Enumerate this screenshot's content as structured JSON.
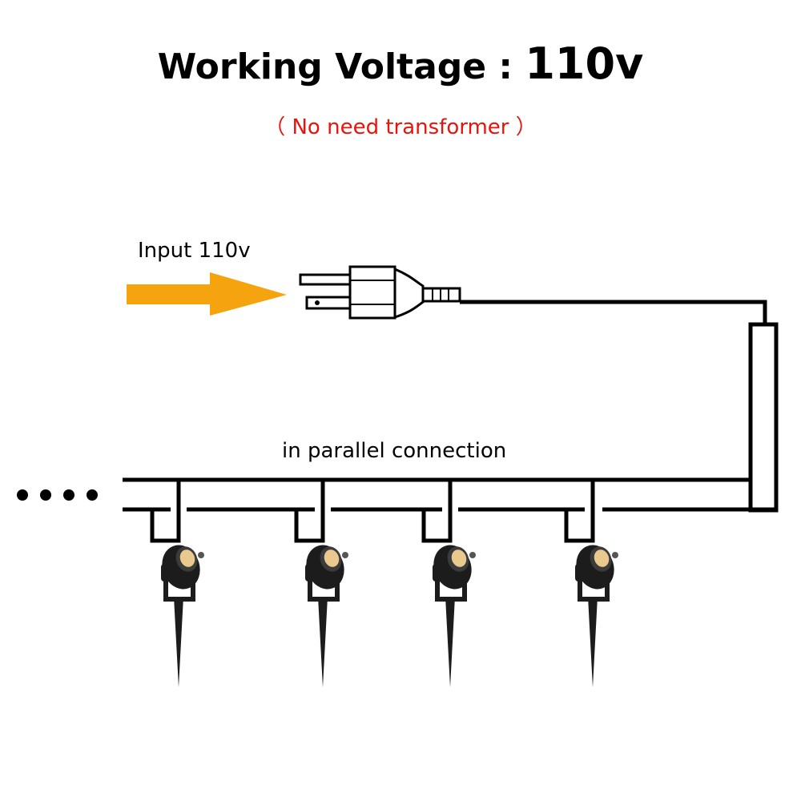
{
  "header": {
    "title_label": "Working Voltage : ",
    "title_value": "110v",
    "subtitle": "（ No need transformer ）"
  },
  "input": {
    "label": "Input 110v"
  },
  "diagram": {
    "connection_label": "in parallel connection",
    "continuation": "••••",
    "light_count": 4
  },
  "colors": {
    "text": "#000000",
    "subtitle": "#e8140c",
    "arrow": "#f5a30f",
    "wire": "#000000",
    "light_body": "#1c1c1c",
    "lens": "#e9c98e"
  },
  "icons": {
    "plug": "us-power-plug-icon",
    "arrow": "right-arrow-icon",
    "light": "garden-spotlight-icon"
  }
}
